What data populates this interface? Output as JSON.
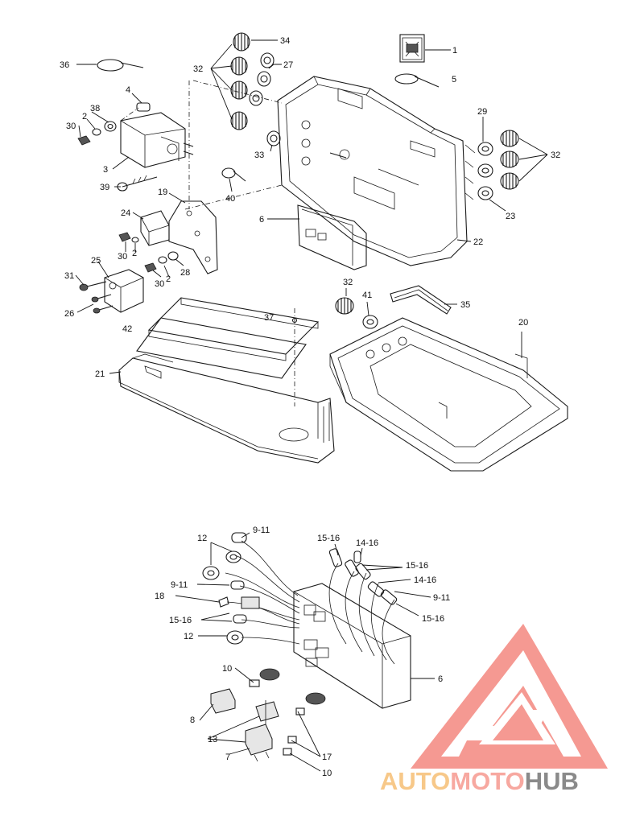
{
  "brand": {
    "wordmark": "AUTOMOTOHUB",
    "colors": {
      "auto_part": "#f7c889",
      "moto_part": "#f7a8a0",
      "hub_part": "#8a8a8a",
      "logo_triangle": "#f58f87"
    }
  },
  "labels": {
    "l1": "1",
    "l5": "5",
    "l34": "34",
    "l27": "27",
    "l32a": "32",
    "l36": "36",
    "l4": "4",
    "l38": "38",
    "l2a": "2",
    "l30a": "30",
    "l3": "3",
    "l39": "39",
    "l40": "40",
    "l33": "33",
    "l29": "29",
    "l32b": "32",
    "l23": "23",
    "l19": "19",
    "l24": "24",
    "l30b": "30",
    "l2b": "2",
    "l6a": "6",
    "l22": "22",
    "l25": "25",
    "l31": "31",
    "l26": "26",
    "l30c": "30",
    "l2c": "2",
    "l28": "28",
    "l32c": "32",
    "l41": "41",
    "l35": "35",
    "l37": "37",
    "l42": "42",
    "l20": "20",
    "l21": "21",
    "m9_11a": "9-11",
    "m12a": "12",
    "m15_16a": "15-16",
    "m14_16a": "14-16",
    "m15_16b": "15-16",
    "m9_11b": "9-11",
    "m14_16b": "14-16",
    "m18": "18",
    "m9_11c": "9-11",
    "m15_16c": "15-16",
    "m15_16d": "15-16",
    "m12b": "12",
    "m6": "6",
    "m10a": "10",
    "m8": "8",
    "m13": "13",
    "m7": "7",
    "m17": "17",
    "m10b": "10"
  }
}
